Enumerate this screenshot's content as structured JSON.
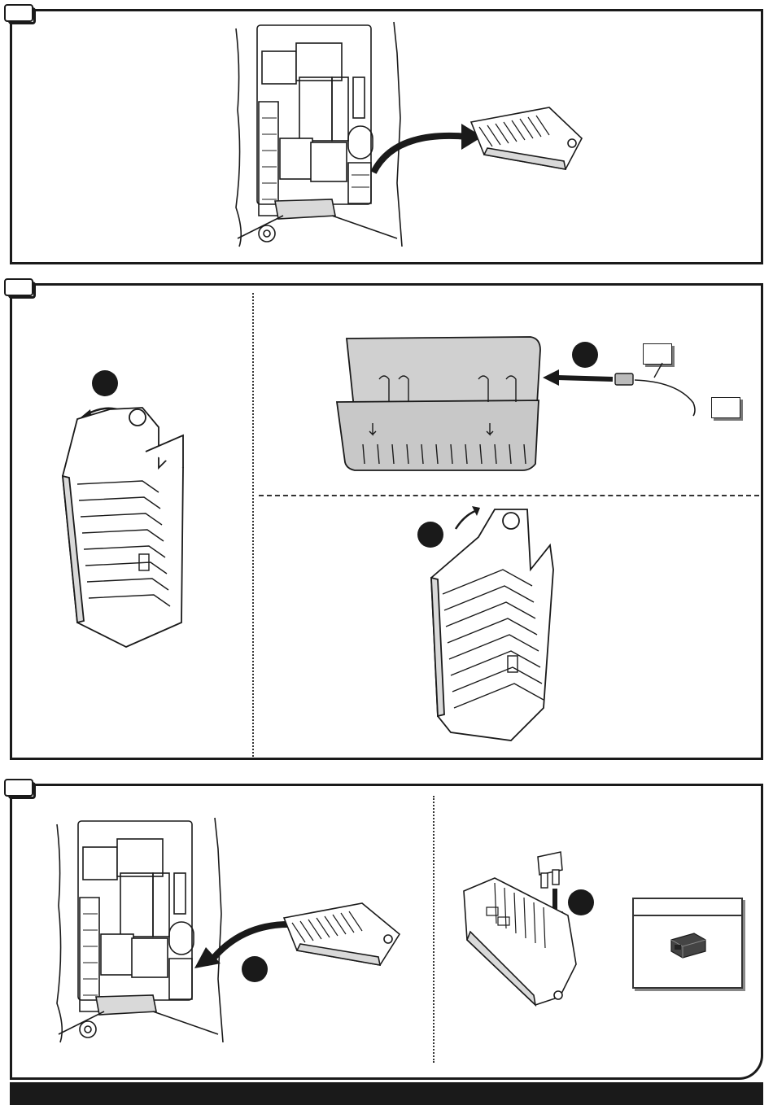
{
  "steps": [
    {
      "number": ""
    },
    {
      "number": ""
    },
    {
      "number": ""
    }
  ],
  "callouts": {
    "sub_a": "",
    "sub_b": "",
    "sub_c": "",
    "sub_d": "",
    "wire_label_1": "",
    "wire_label_2": ""
  },
  "parts_box": {
    "title": ""
  },
  "colors": {
    "line": "#1a1a1a",
    "part_fill": "#d9d9d9",
    "background": "#ffffff"
  },
  "icons": [
    "fuse-box-illustration",
    "relay-holder-illustration",
    "curved-arrow-icon",
    "straight-arrow-icon",
    "wire-connector-illustration",
    "fuse-illustration",
    "relay-part-illustration"
  ]
}
